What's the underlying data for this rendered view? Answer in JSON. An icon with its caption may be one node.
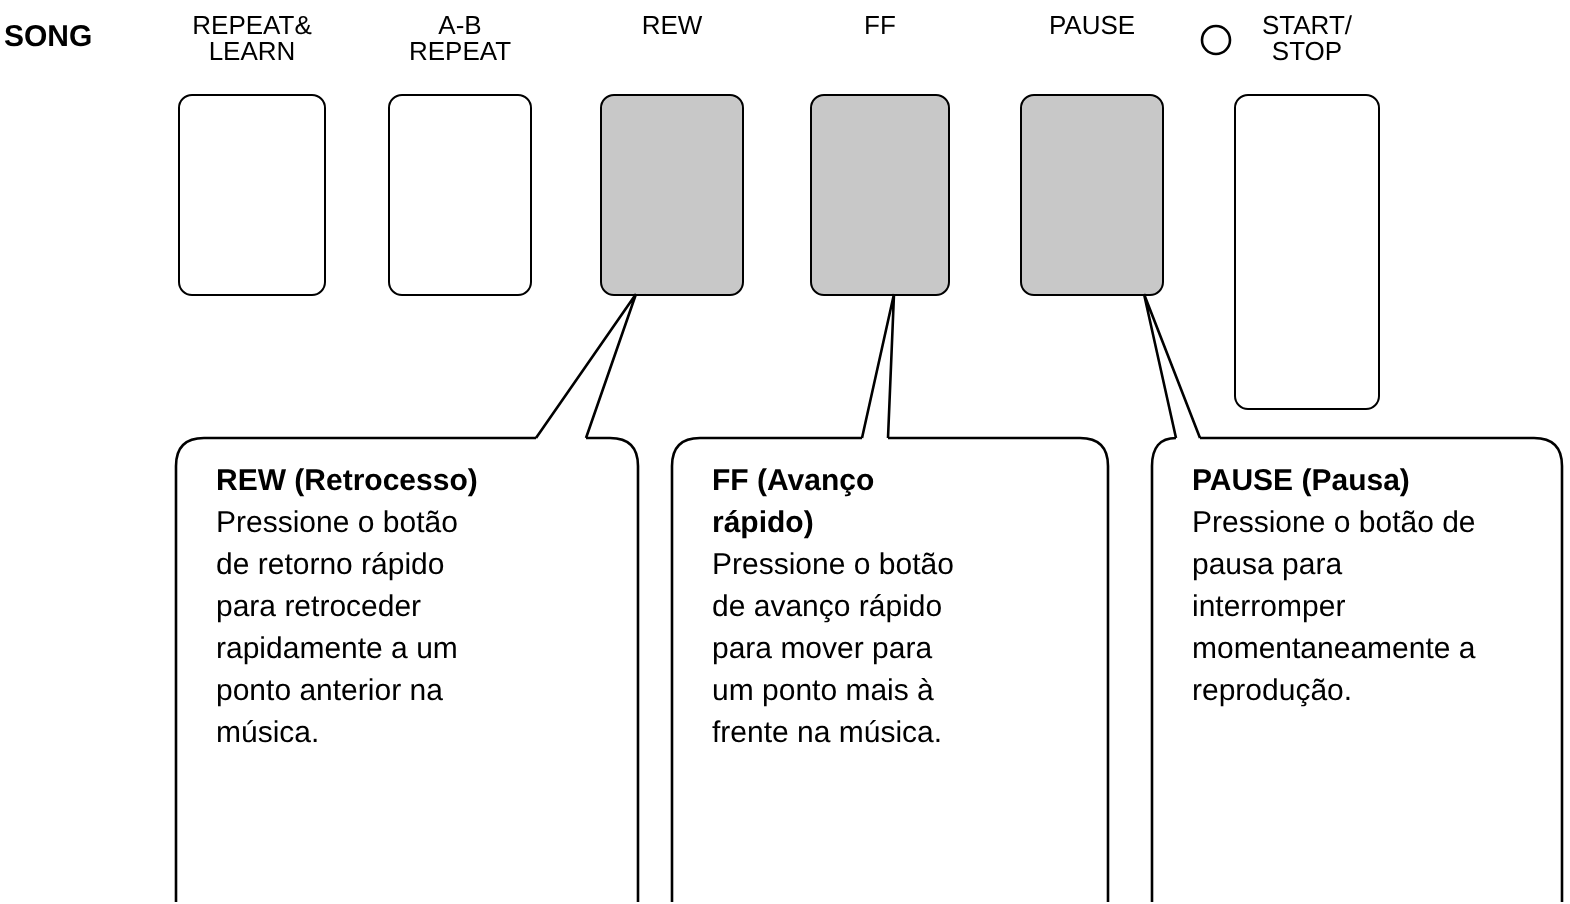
{
  "diagram": {
    "nodes": [
      {
        "text": [
          "REPEAT& LEARN"
        ]
      },
      {
        "text": [
          "A-B REPEAT"
        ]
      },
      {
        "text": [
          "REW"
        ]
      },
      {
        "text": [
          "FF"
        ]
      },
      {
        "text": [
          "PAUSE"
        ]
      },
      {
        "text": [
          "START/ STOP"
        ]
      },
      {
        "text": [
          "REW (Retrocesso)",
          "Pressione o botão de retorno rápido para retroceder rapidamente a um ponto anterior na música."
        ]
      },
      {
        "text": [
          "FF (Avanço rápido)",
          "Pressione o botão de avanço rápido para mover para um ponto mais à frente na música."
        ]
      },
      {
        "text": [
          "PAUSE (Pausa)",
          "Pressione o botão de pausa para interromper momentaneamente a reprodução."
        ]
      }
    ],
    "edges": [
      {
        "from": 6,
        "to": 2,
        "arrow": "none"
      },
      {
        "from": 7,
        "to": 3,
        "arrow": "none"
      },
      {
        "from": 8,
        "to": 4,
        "arrow": "none"
      }
    ],
    "labels": [
      "SONG"
    ]
  }
}
